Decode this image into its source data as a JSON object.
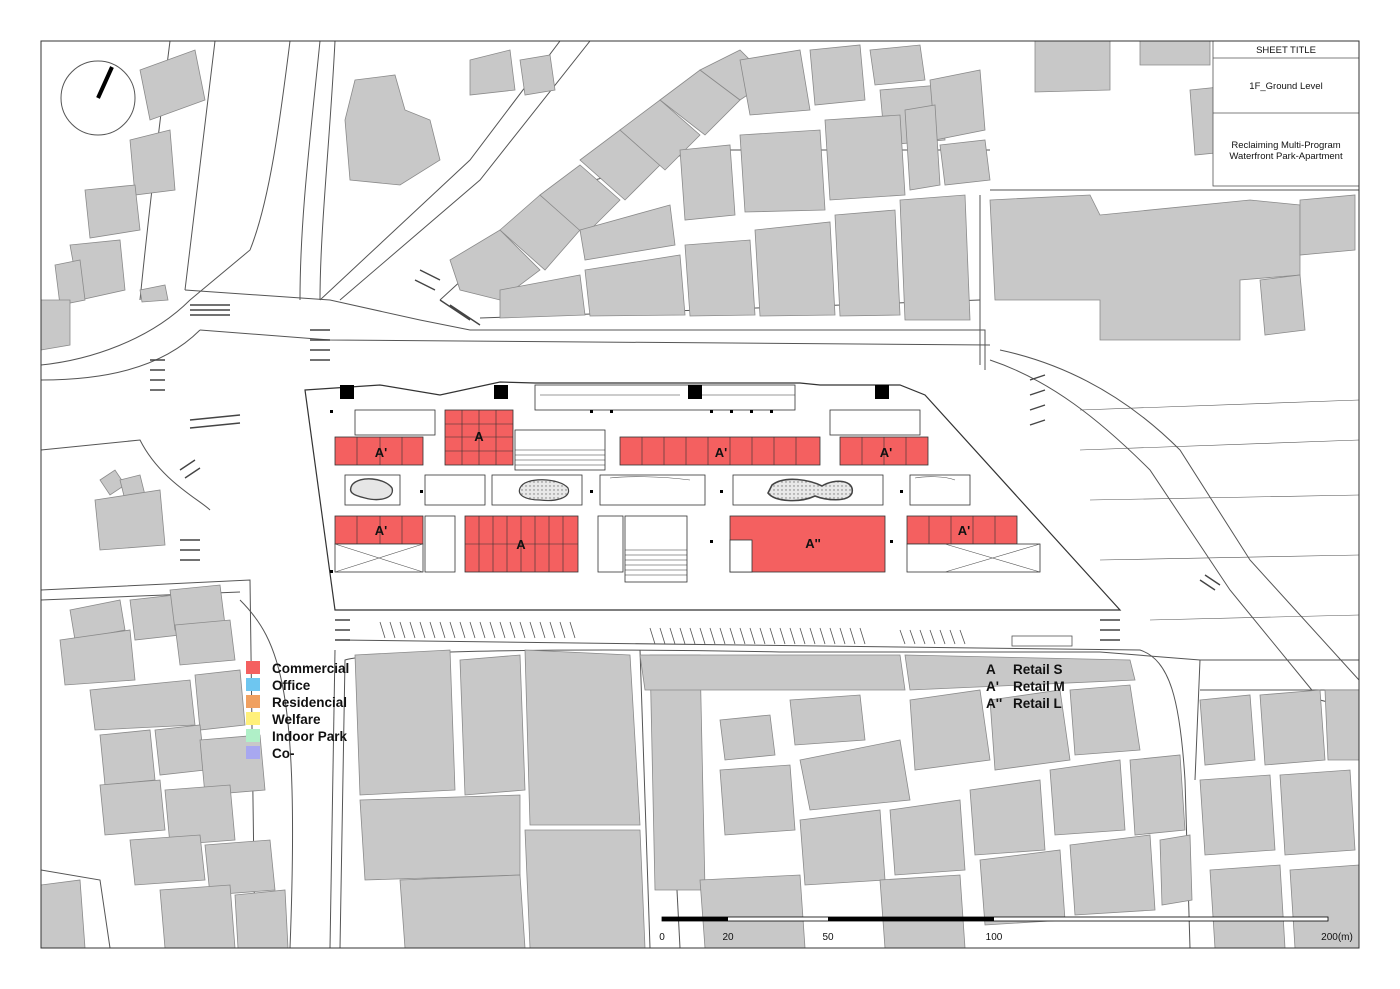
{
  "title_block": {
    "heading": "SHEET TITLE",
    "sheet_name": "1F_Ground Level",
    "project_line1": "Reclaiming Multi-Program",
    "project_line2": "Waterfront Park-Apartment"
  },
  "program_legend": [
    {
      "label": "Commercial",
      "color": "#f46060"
    },
    {
      "label": "Office",
      "color": "#6ec6f0"
    },
    {
      "label": "Residencial",
      "color": "#f0a060"
    },
    {
      "label": "Welfare",
      "color": "#fff07a"
    },
    {
      "label": "Indoor Park",
      "color": "#b0f0c8"
    },
    {
      "label": "Co-",
      "color": "#a8a8f0"
    }
  ],
  "retail_legend": [
    {
      "code": "A",
      "label": "Retail S"
    },
    {
      "code": "A'",
      "label": "Retail M"
    },
    {
      "code": "A''",
      "label": "Retail L"
    }
  ],
  "unit_labels": {
    "a_top": "A",
    "a_bottom": "A",
    "ap_1": "A'",
    "ap_2": "A'",
    "ap_3": "A'",
    "ap_4": "A'",
    "ap_5": "A'",
    "app": "A''"
  },
  "scale_bar": {
    "ticks": [
      "0",
      "20",
      "50",
      "100",
      "200(m)"
    ]
  },
  "colors": {
    "building_fill": "#c8c8c8",
    "commercial": "#f46060"
  }
}
